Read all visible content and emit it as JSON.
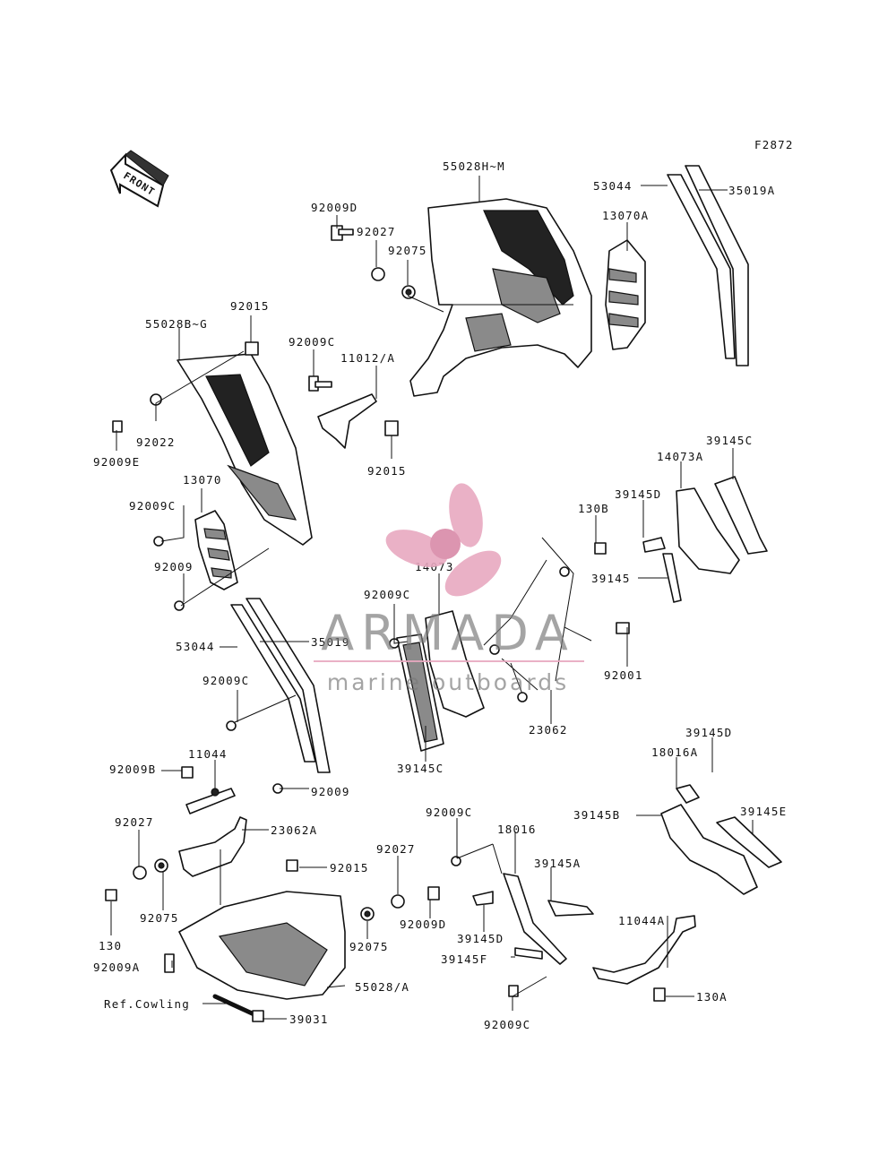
{
  "figure_code": "F2872",
  "front_arrow": "FRONT",
  "labels": [
    {
      "id": "55028H~M"
    },
    {
      "id": "53044"
    },
    {
      "id": "35019A"
    },
    {
      "id": "92009D"
    },
    {
      "id": "92027"
    },
    {
      "id": "92075"
    },
    {
      "id": "13070A"
    },
    {
      "id": "92015"
    },
    {
      "id": "55028B~G"
    },
    {
      "id": "92009C"
    },
    {
      "id": "11012/A"
    },
    {
      "id": "92022"
    },
    {
      "id": "92009E"
    },
    {
      "id": "92015"
    },
    {
      "id": "13070"
    },
    {
      "id": "92009C"
    },
    {
      "id": "14073A"
    },
    {
      "id": "39145C"
    },
    {
      "id": "39145D"
    },
    {
      "id": "130B"
    },
    {
      "id": "92009"
    },
    {
      "id": "14073"
    },
    {
      "id": "39145"
    },
    {
      "id": "92009C"
    },
    {
      "id": "53044"
    },
    {
      "id": "35019"
    },
    {
      "id": "92001"
    },
    {
      "id": "92009C"
    },
    {
      "id": "23062"
    },
    {
      "id": "39145C"
    },
    {
      "id": "11044"
    },
    {
      "id": "39145D"
    },
    {
      "id": "18016A"
    },
    {
      "id": "92009B"
    },
    {
      "id": "92009"
    },
    {
      "id": "39145B"
    },
    {
      "id": "39145E"
    },
    {
      "id": "92009C"
    },
    {
      "id": "18016"
    },
    {
      "id": "92027"
    },
    {
      "id": "23062A"
    },
    {
      "id": "92027"
    },
    {
      "id": "92015"
    },
    {
      "id": "39145A"
    },
    {
      "id": "92075"
    },
    {
      "id": "130"
    },
    {
      "id": "92009D"
    },
    {
      "id": "92075"
    },
    {
      "id": "11044A"
    },
    {
      "id": "92009A"
    },
    {
      "id": "39145D"
    },
    {
      "id": "39145F"
    },
    {
      "id": "55028/A"
    },
    {
      "id": "Ref.Cowling"
    },
    {
      "id": "130A"
    },
    {
      "id": "39031"
    },
    {
      "id": "92009C"
    }
  ],
  "watermark": {
    "brand": "ARMADA",
    "tagline": "marine outboards",
    "color": "#e8a9c0"
  }
}
